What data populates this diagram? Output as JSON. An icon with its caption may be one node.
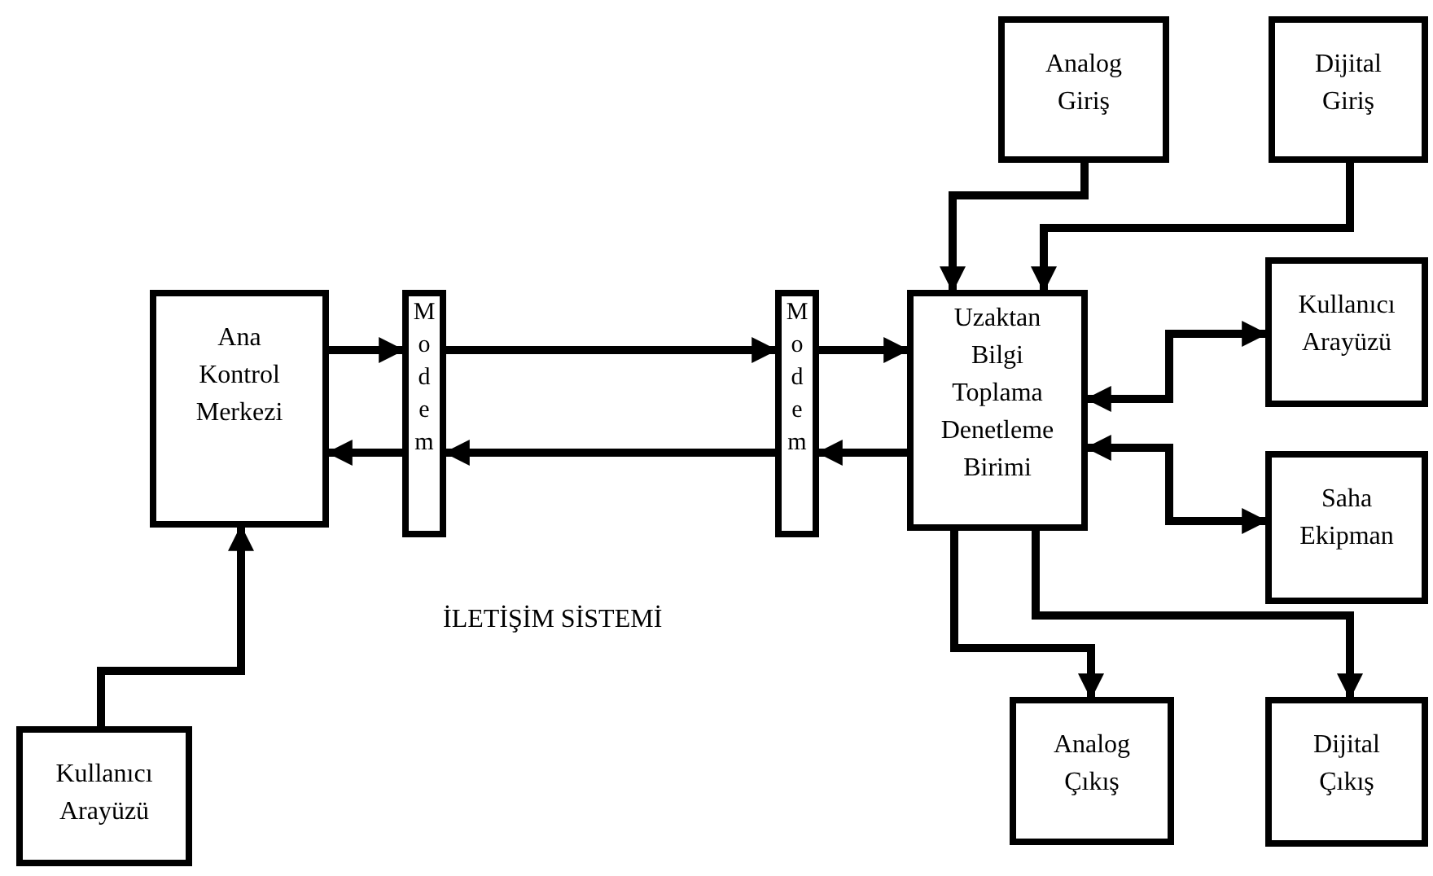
{
  "diagram": {
    "nodes": [
      {
        "text": [
          "Ana Kontrol Merkezi"
        ]
      },
      {
        "text": [
          "Modem"
        ]
      },
      {
        "text": [
          "Modem"
        ]
      },
      {
        "text": [
          "Uzaktan Bilgi Toplama Denetleme Birimi"
        ]
      },
      {
        "text": [
          "Analog Giriş"
        ]
      },
      {
        "text": [
          "Dijital Giriş"
        ]
      },
      {
        "text": [
          "Kullanıcı Arayüzü"
        ]
      },
      {
        "text": [
          "Saha Ekipman"
        ]
      },
      {
        "text": [
          "Analog Çıkış"
        ]
      },
      {
        "text": [
          "Dijital Çıkış"
        ]
      },
      {
        "text": [
          "Kullanıcı Arayüzü"
        ]
      }
    ],
    "edges": [
      {
        "from": 0,
        "to": 1,
        "arrow": "to"
      },
      {
        "from": 1,
        "to": 2,
        "arrow": "to"
      },
      {
        "from": 2,
        "to": 3,
        "arrow": "to"
      },
      {
        "from": 3,
        "to": 2,
        "arrow": "to"
      },
      {
        "from": 2,
        "to": 1,
        "arrow": "to"
      },
      {
        "from": 1,
        "to": 0,
        "arrow": "to"
      },
      {
        "from": 4,
        "to": 3,
        "arrow": "to"
      },
      {
        "from": 5,
        "to": 3,
        "arrow": "to"
      },
      {
        "from": 3,
        "to": 6,
        "arrow": "both"
      },
      {
        "from": 3,
        "to": 7,
        "arrow": "both"
      },
      {
        "from": 3,
        "to": 8,
        "arrow": "to"
      },
      {
        "from": 3,
        "to": 9,
        "arrow": "to"
      },
      {
        "from": 10,
        "to": 0,
        "arrow": "to"
      }
    ],
    "labels": [
      "İLETİŞİM SİSTEMİ"
    ]
  }
}
